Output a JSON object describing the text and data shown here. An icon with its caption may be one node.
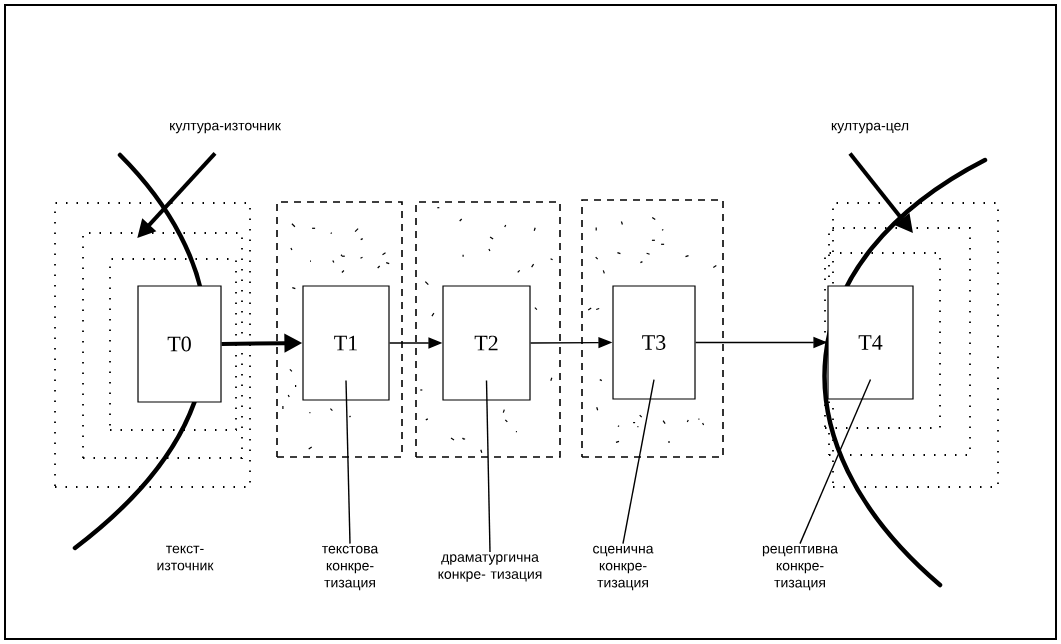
{
  "diagram": {
    "nodes": [
      {
        "text": [
          "култура-източник"
        ]
      },
      {
        "text": [
          "култура-цел"
        ]
      },
      {
        "text": [],
        "shape": "box"
      },
      {
        "text": [],
        "shape": "box",
        "in": 2
      },
      {
        "text": [],
        "shape": "box",
        "in": 3
      },
      {
        "text": [
          "T0"
        ],
        "in": 4
      },
      {
        "text": [],
        "shape": "box"
      },
      {
        "text": [
          "T1"
        ],
        "in": 6
      },
      {
        "text": [],
        "shape": "box"
      },
      {
        "text": [
          "T2"
        ],
        "in": 8
      },
      {
        "text": [],
        "shape": "box"
      },
      {
        "text": [
          "T3"
        ],
        "in": 10
      },
      {
        "text": [],
        "shape": "box"
      },
      {
        "text": [],
        "shape": "box",
        "in": 12
      },
      {
        "text": [],
        "shape": "box",
        "in": 13
      },
      {
        "text": [
          "T4"
        ],
        "in": 14
      },
      {
        "text": [
          "текстова конкре- тизация"
        ]
      },
      {
        "text": [
          "драматургична конкре- тизация"
        ]
      },
      {
        "text": [
          "сценична конкре- тизация"
        ]
      },
      {
        "text": [
          "рецептивна конкре- тизация"
        ]
      }
    ],
    "edges": [
      {
        "from": 0,
        "to": 3,
        "arrow": "to",
        "style": "thick"
      },
      {
        "from": 1,
        "to": 13,
        "arrow": "to",
        "style": "thick"
      },
      {
        "from": 5,
        "to": 7,
        "arrow": "to",
        "style": "thick"
      },
      {
        "from": 7,
        "to": 9,
        "arrow": "to"
      },
      {
        "from": 9,
        "to": 11,
        "arrow": "to"
      },
      {
        "from": 11,
        "to": 15,
        "arrow": "to"
      },
      {
        "from": 16,
        "to": 7,
        "arrow": "none"
      },
      {
        "from": 17,
        "to": 9,
        "arrow": "none"
      },
      {
        "from": 18,
        "to": 11,
        "arrow": "none"
      },
      {
        "from": 19,
        "to": 15,
        "arrow": "none"
      }
    ],
    "labels": [
      "текст- източник"
    ]
  }
}
